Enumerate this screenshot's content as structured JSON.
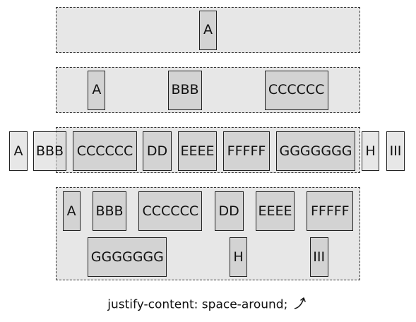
{
  "rows": {
    "single": [
      "A"
    ],
    "three": [
      "A",
      "BBB",
      "CCCCCC"
    ],
    "overflow": [
      "A",
      "BBB",
      "CCCCCC",
      "DD",
      "EEEE",
      "FFFFF",
      "GGGGGGG",
      "H",
      "III"
    ],
    "wrap_line1": [
      "A",
      "BBB",
      "CCCCCC",
      "DD",
      "EEEE",
      "FFFFF"
    ],
    "wrap_line2": [
      "GGGGGGG",
      "H",
      "III"
    ]
  },
  "caption": {
    "text": "justify-content: space-around;"
  },
  "icons": {
    "caption_arrow": "curved-arrow-icon"
  }
}
